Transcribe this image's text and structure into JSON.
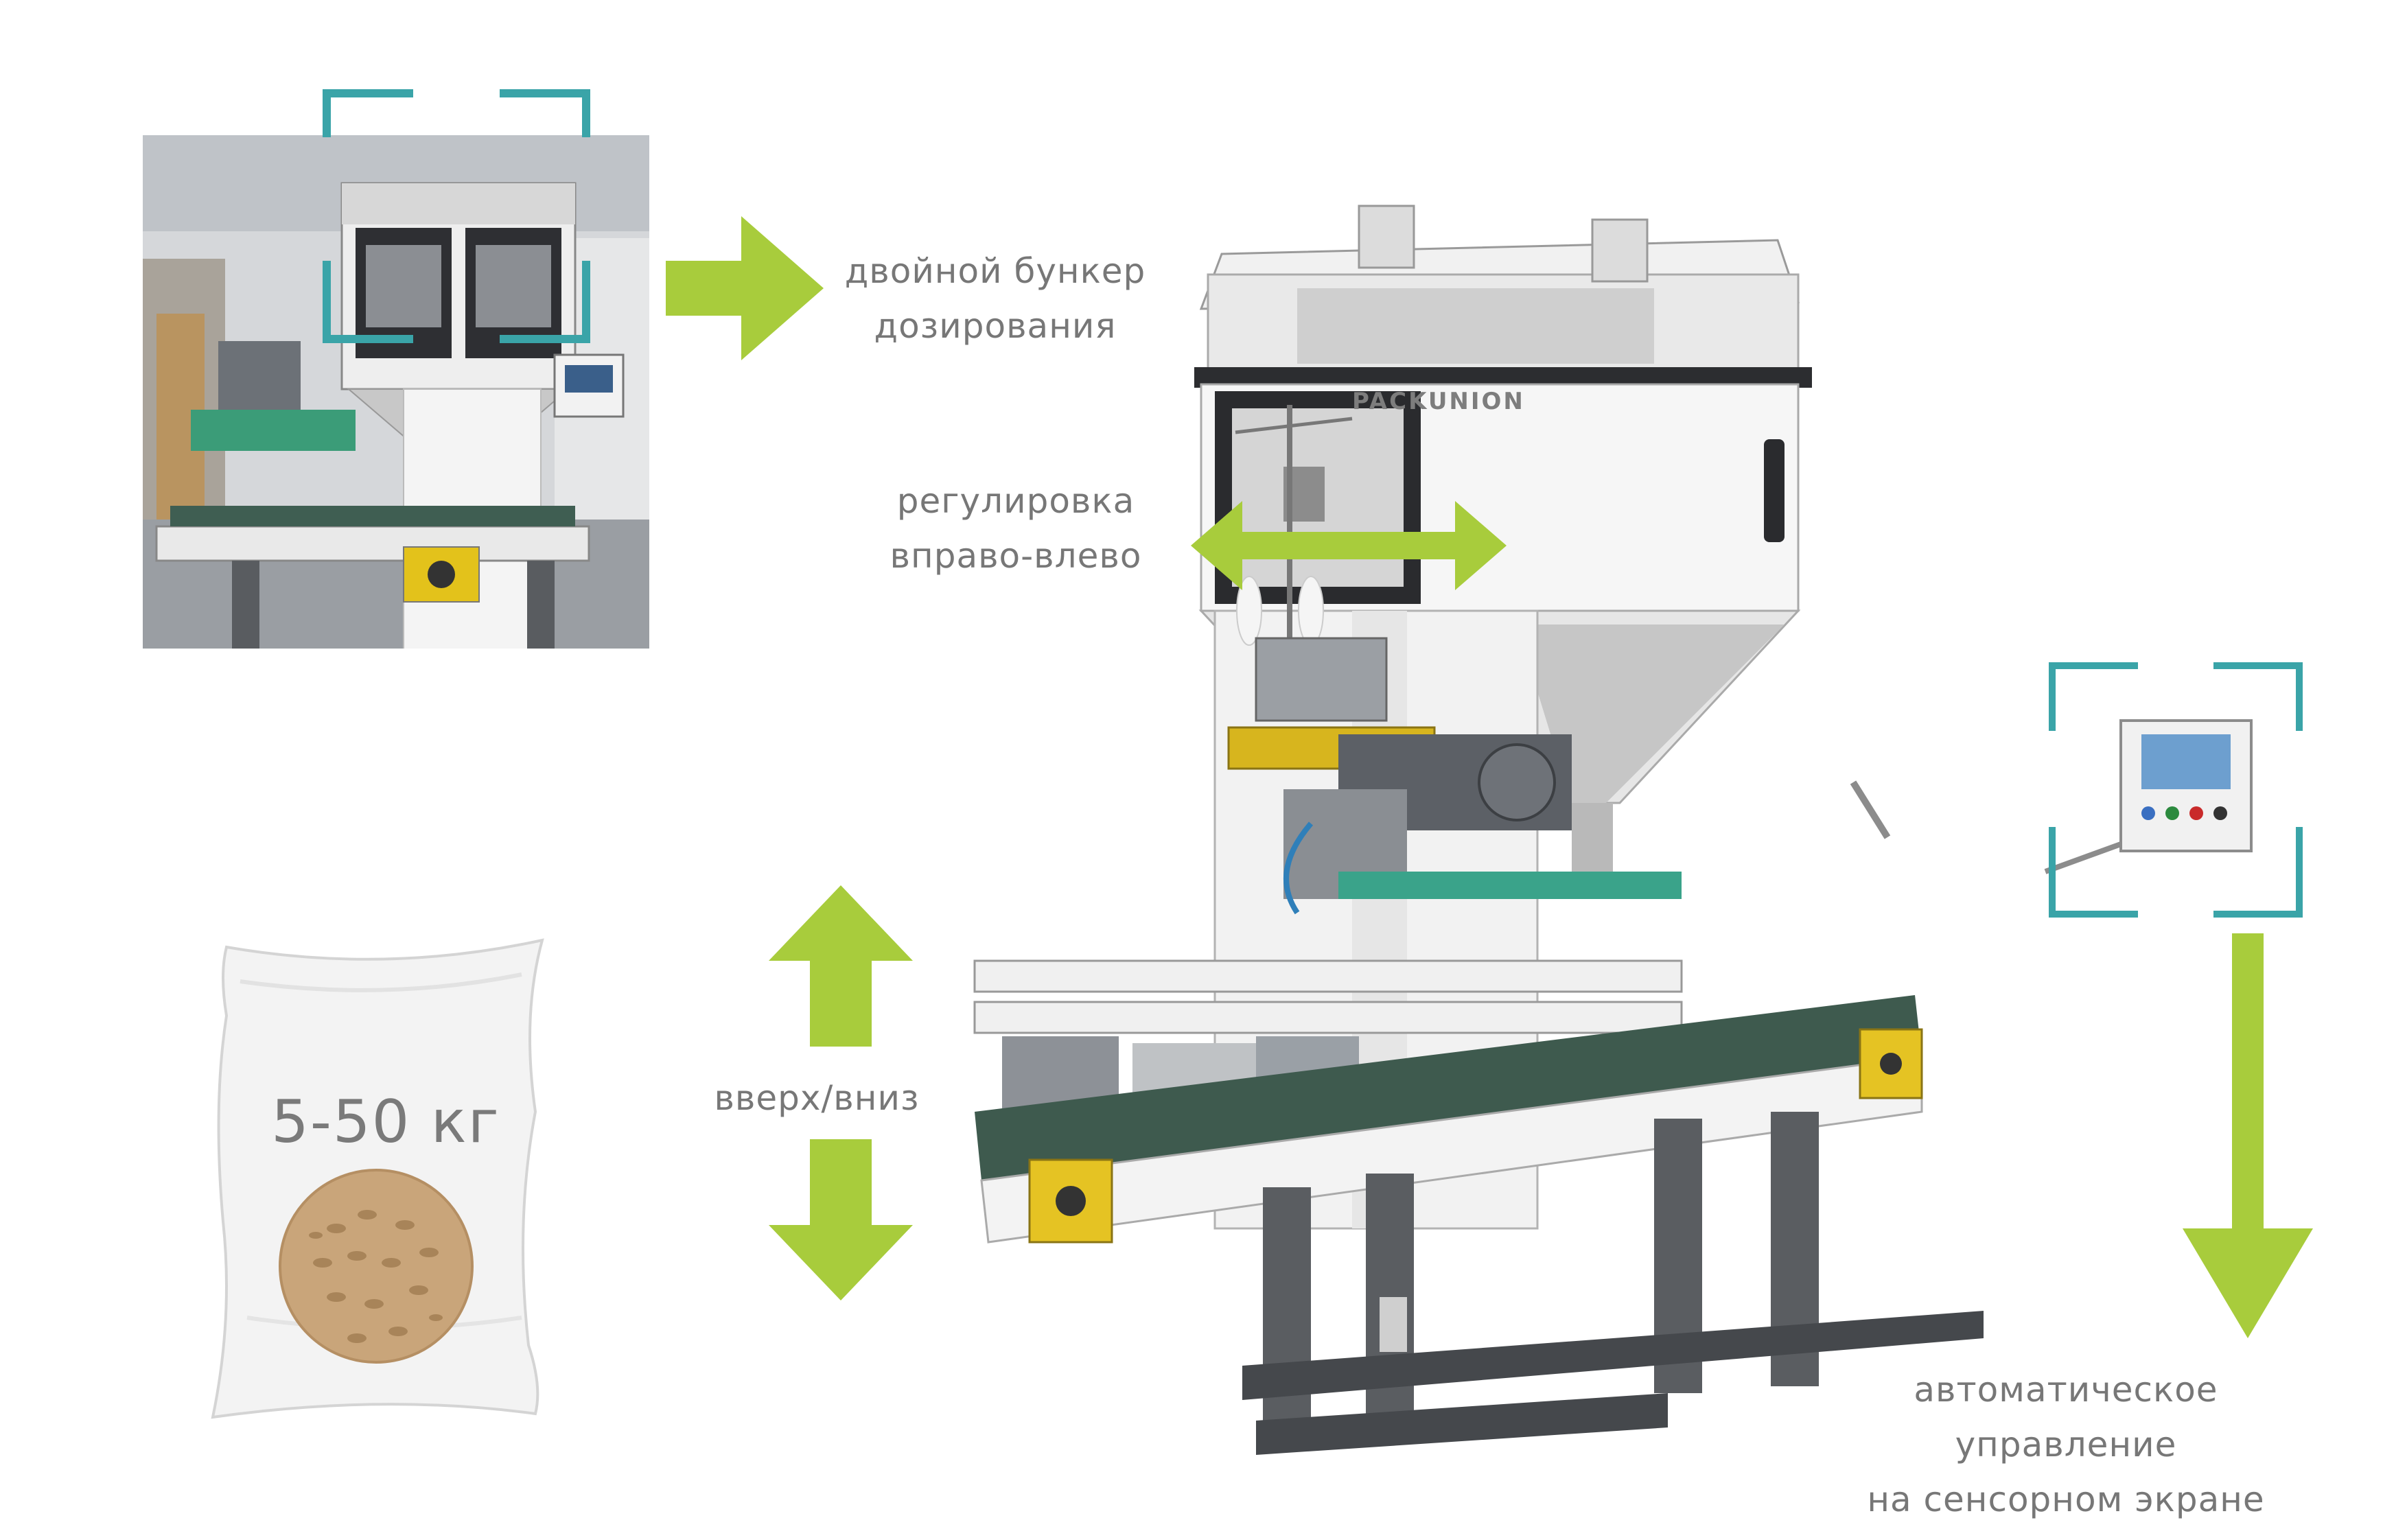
{
  "annotations": {
    "hopper": {
      "lines": [
        "двойной бункер",
        "дозирования"
      ]
    },
    "adjust": {
      "lines": [
        "регулировка",
        "вправо-влево"
      ]
    },
    "vertical": {
      "label": "вверх/вниз"
    },
    "control": {
      "lines": [
        "автоматическое",
        "управление",
        "на сенсорном экране"
      ]
    }
  },
  "bag": {
    "weight_label": "5-50 кг"
  },
  "machine": {
    "brand_logo": "PACKUNION"
  },
  "colors": {
    "accent_green": "#a8cc3c",
    "frame_teal": "#3aa4a8",
    "label_gray": "#777777"
  },
  "icons": [
    "arrow-right-icon",
    "arrow-left-right-icon",
    "arrow-up-icon",
    "arrow-down-icon",
    "arrow-down-long-icon"
  ]
}
